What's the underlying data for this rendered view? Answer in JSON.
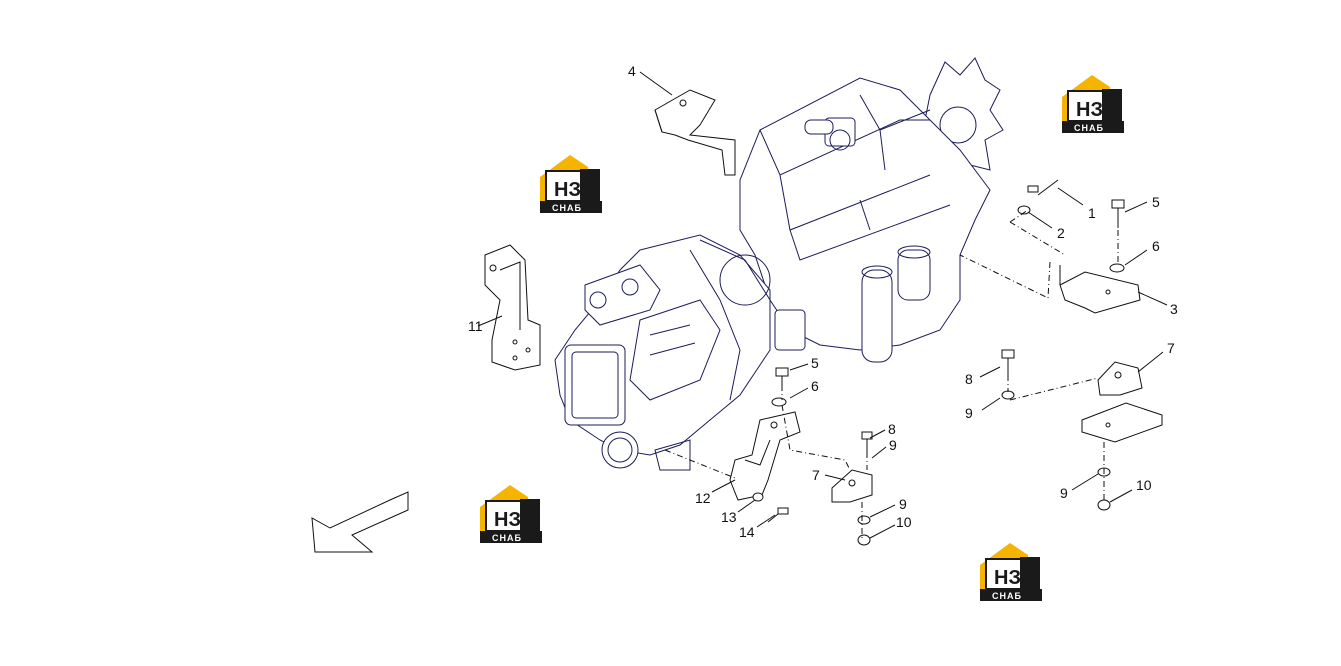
{
  "callouts": [
    {
      "id": "c1",
      "text": "1"
    },
    {
      "id": "c2",
      "text": "2"
    },
    {
      "id": "c3",
      "text": "3"
    },
    {
      "id": "c4",
      "text": "4"
    },
    {
      "id": "c5a",
      "text": "5"
    },
    {
      "id": "c6a",
      "text": "6"
    },
    {
      "id": "c7a",
      "text": "7"
    },
    {
      "id": "c8a",
      "text": "8"
    },
    {
      "id": "c9a",
      "text": "9"
    },
    {
      "id": "c9b",
      "text": "9"
    },
    {
      "id": "c10a",
      "text": "10"
    },
    {
      "id": "c11",
      "text": "11"
    },
    {
      "id": "c5b",
      "text": "5"
    },
    {
      "id": "c6b",
      "text": "6"
    },
    {
      "id": "c8b",
      "text": "8"
    },
    {
      "id": "c9c",
      "text": "9"
    },
    {
      "id": "c7b",
      "text": "7"
    },
    {
      "id": "c12",
      "text": "12"
    },
    {
      "id": "c13",
      "text": "13"
    },
    {
      "id": "c14",
      "text": "14"
    },
    {
      "id": "c9d",
      "text": "9"
    },
    {
      "id": "c10b",
      "text": "10"
    }
  ],
  "watermark": {
    "letters": "НЗ",
    "sub": "СНАБ",
    "accent": "#f5b400",
    "dark": "#1a1a1a"
  },
  "colors": {
    "line": "#1c1c5a",
    "label": "#111111"
  }
}
